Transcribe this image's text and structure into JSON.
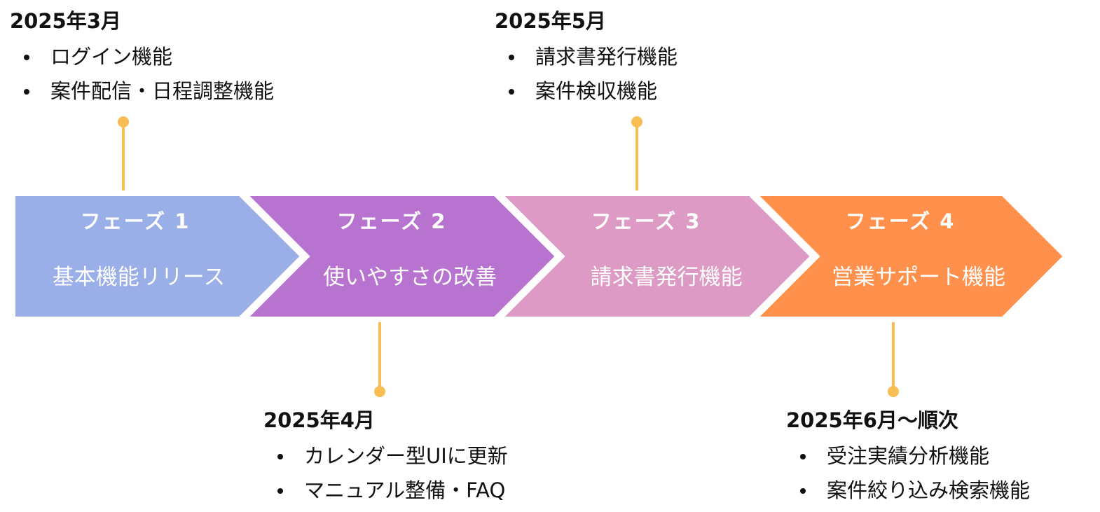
{
  "colors": {
    "phase1": "#9aaee8",
    "phase2": "#b872d0",
    "phase3": "#dc9ac4",
    "phase4": "#ff914c",
    "connector": "#f8bd55",
    "text_dark": "#111111",
    "text_light": "#ffffff"
  },
  "phases": [
    {
      "title": "フェーズ 1",
      "name": "基本機能リリース"
    },
    {
      "title": "フェーズ 2",
      "name": "使いやすさの改善"
    },
    {
      "title": "フェーズ 3",
      "name": "請求書発行機能"
    },
    {
      "title": "フェーズ 4",
      "name": "営業サポート機能"
    }
  ],
  "milestones": [
    {
      "date": "2025年3月",
      "items": [
        "ログイン機能",
        "案件配信・日程調整機能"
      ]
    },
    {
      "date": "2025年4月",
      "items": [
        "カレンダー型UIに更新",
        "マニュアル整備・FAQ"
      ]
    },
    {
      "date": "2025年5月",
      "items": [
        "請求書発行機能",
        "案件検収機能"
      ]
    },
    {
      "date": "2025年6月〜順次",
      "items": [
        "受注実績分析機能",
        "案件絞り込み検索機能"
      ]
    }
  ]
}
